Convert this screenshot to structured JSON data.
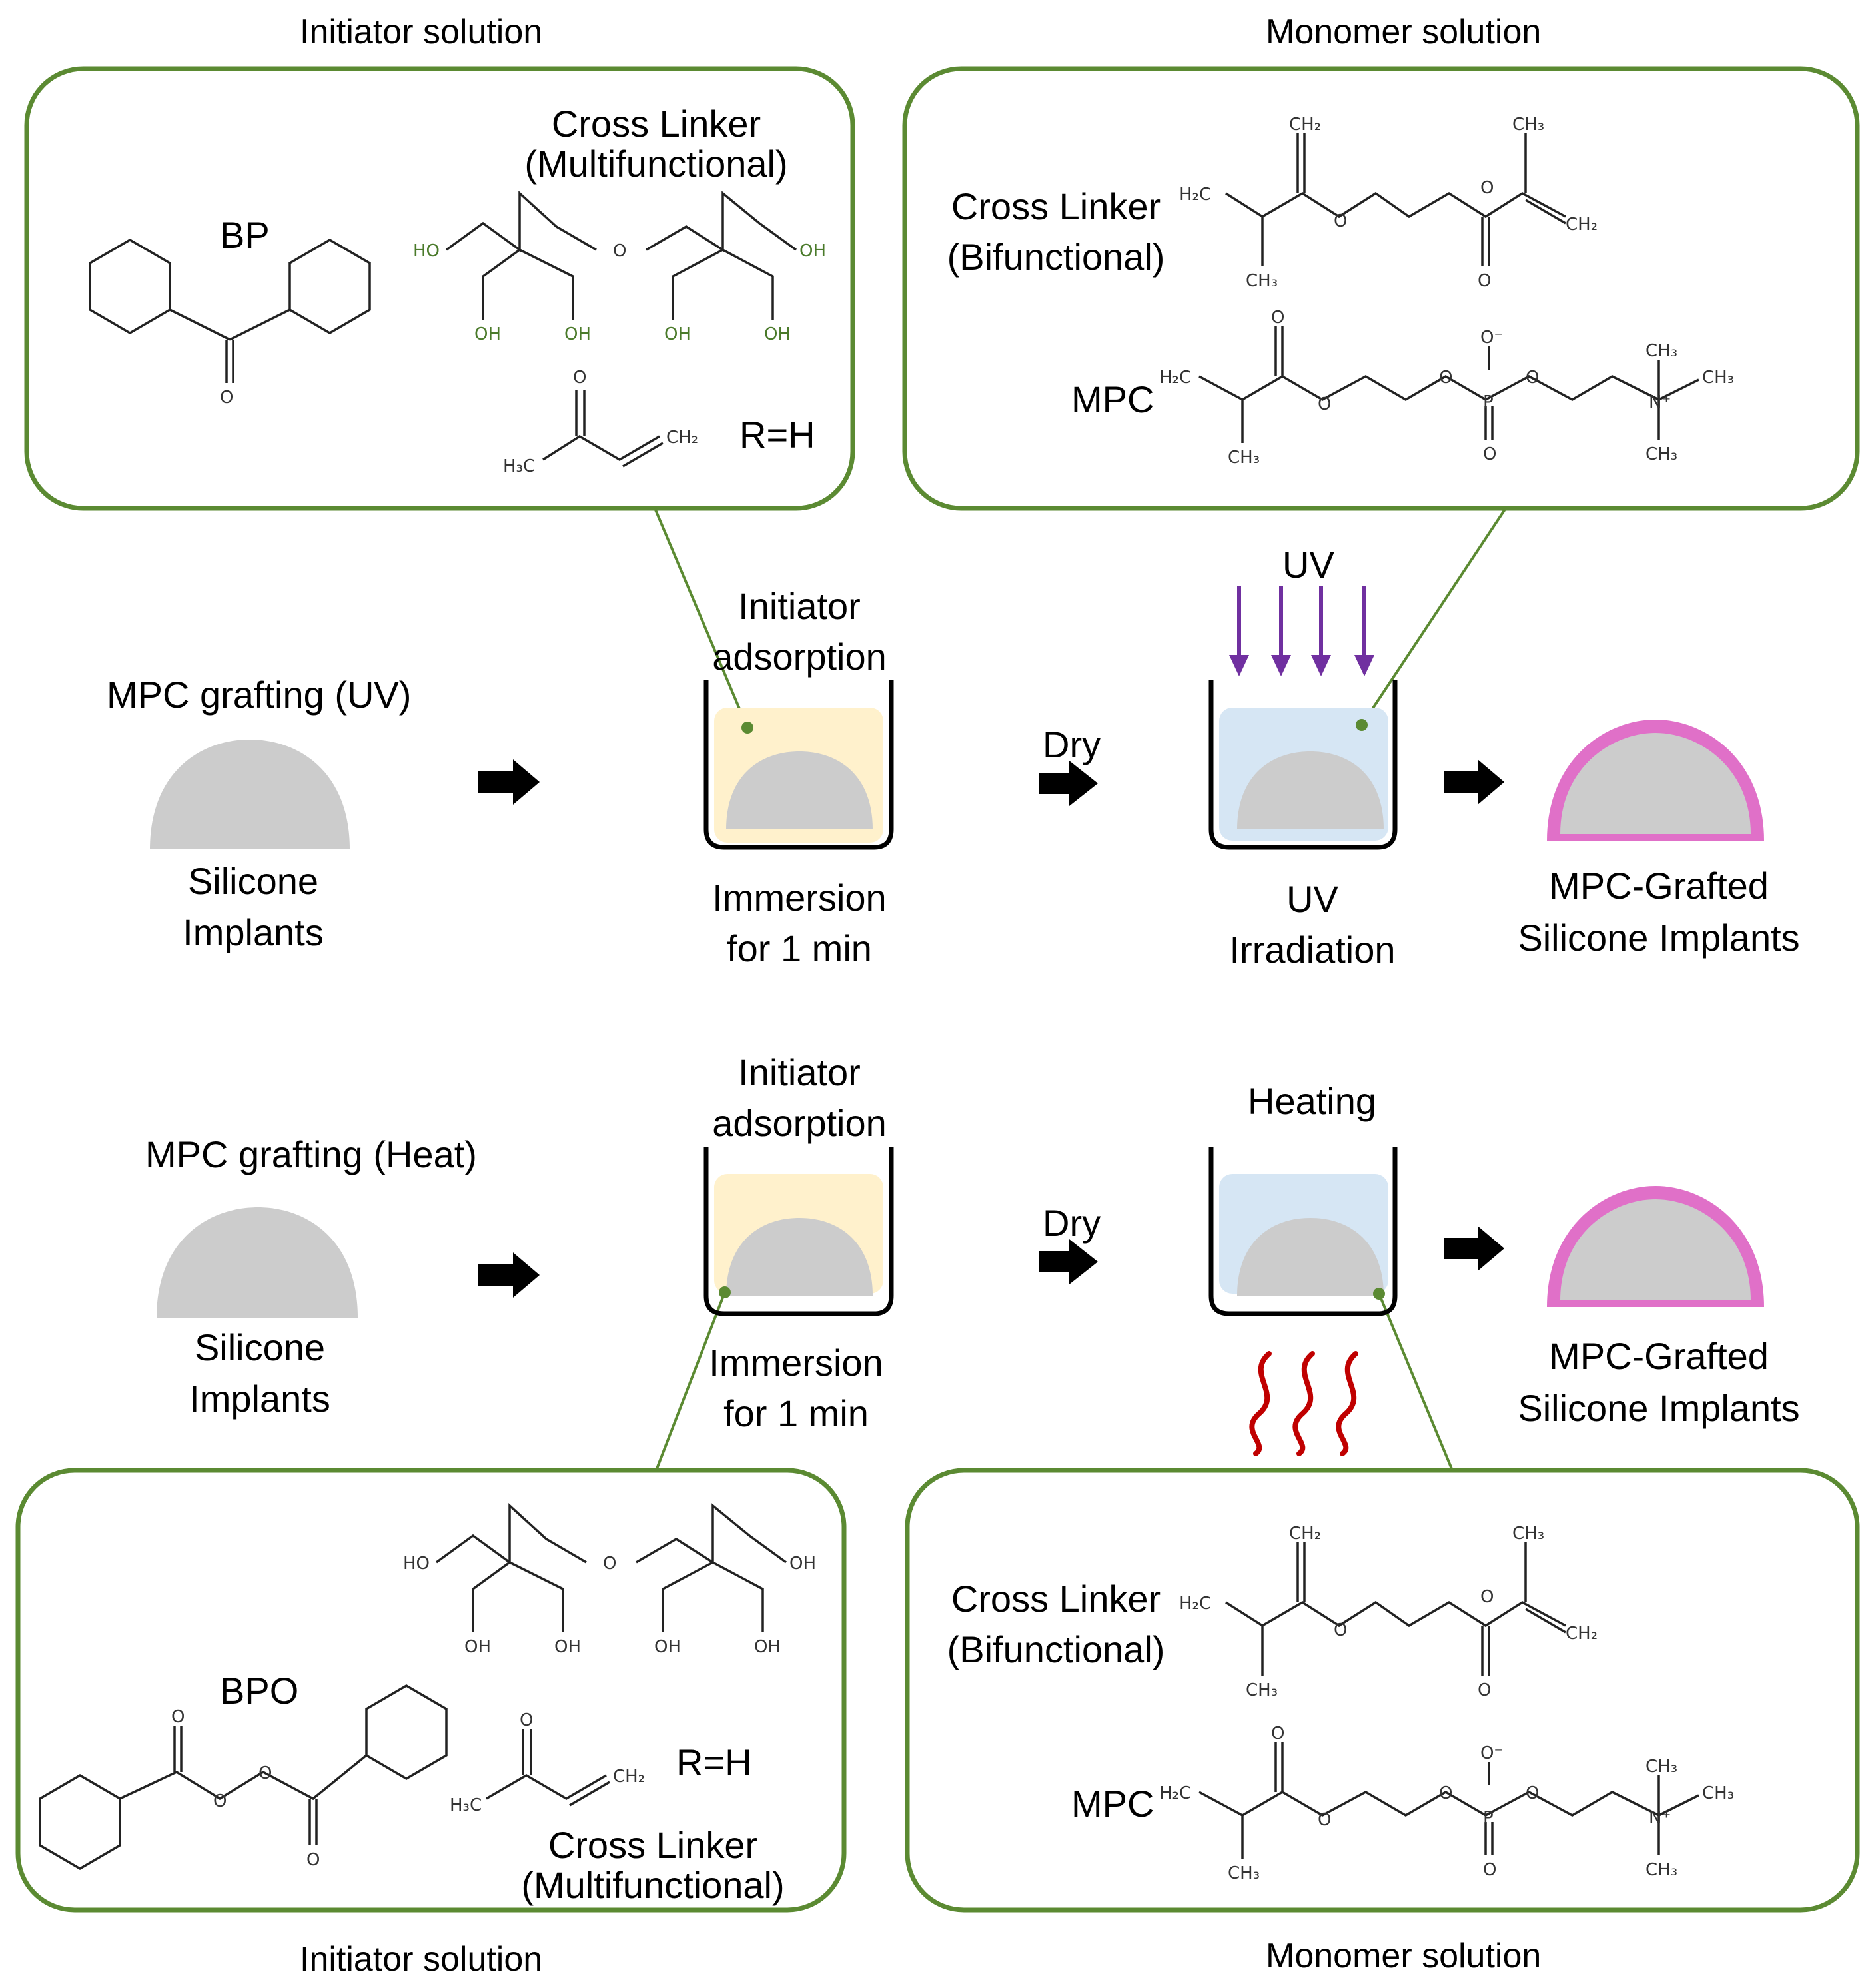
{
  "colors": {
    "panel_border": "#5b8a32",
    "implant": "#cccccc",
    "initiator_liquid": "#fff1cc",
    "monomer_liquid": "#d6e6f4",
    "grafted_layer": "#e070c8",
    "uv_arrow": "#7030a0",
    "heat_wave": "#c00000",
    "green_text": "#4a7a2a"
  },
  "uv_section": {
    "title": "MPC grafting (UV)",
    "implant_label": [
      "Silicone",
      "Implants"
    ],
    "adsorption_label": [
      "Initiator",
      "adsorption"
    ],
    "immersion_label": [
      "Immersion",
      "for 1 min"
    ],
    "dry_label": "Dry",
    "uv_label": "UV",
    "irradiation_label": [
      "UV",
      "Irradiation"
    ],
    "result_label": [
      "MPC-Grafted",
      "Silicone Implants"
    ]
  },
  "heat_section": {
    "title": "MPC grafting (Heat)",
    "implant_label": [
      "Silicone",
      "Implants"
    ],
    "adsorption_label": [
      "Initiator",
      "adsorption"
    ],
    "immersion_label": [
      "Immersion",
      "for 1 min"
    ],
    "dry_label": "Dry",
    "heating_label": "Heating",
    "result_label": [
      "MPC-Grafted",
      "Silicone Implants"
    ]
  },
  "panels": {
    "initiator_top": {
      "heading": "Initiator solution",
      "initiator_name": "BP",
      "crosslinker_label": [
        "Cross Linker",
        "(Multifunctional)"
      ],
      "r_group": "R=H"
    },
    "monomer_top": {
      "heading": "Monomer solution",
      "crosslinker_label": [
        "Cross Linker",
        "(Bifunctional)"
      ],
      "monomer_name": "MPC"
    },
    "initiator_bottom": {
      "heading": "Initiator solution",
      "initiator_name": "BPO",
      "crosslinker_label": [
        "Cross Linker",
        "(Multifunctional)"
      ],
      "r_group": "R=H"
    },
    "monomer_bottom": {
      "heading": "Monomer solution",
      "crosslinker_label": [
        "Cross Linker",
        "(Bifunctional)"
      ],
      "monomer_name": "MPC"
    }
  },
  "chem_text": {
    "oh": "OH",
    "ho": "HO",
    "o": "O",
    "o_minus": "O⁻",
    "p": "P",
    "n_plus": "N⁺",
    "ch2": "CH₂",
    "ch3": "CH₃",
    "h2c": "H₂C",
    "h3c": "H₃C"
  }
}
